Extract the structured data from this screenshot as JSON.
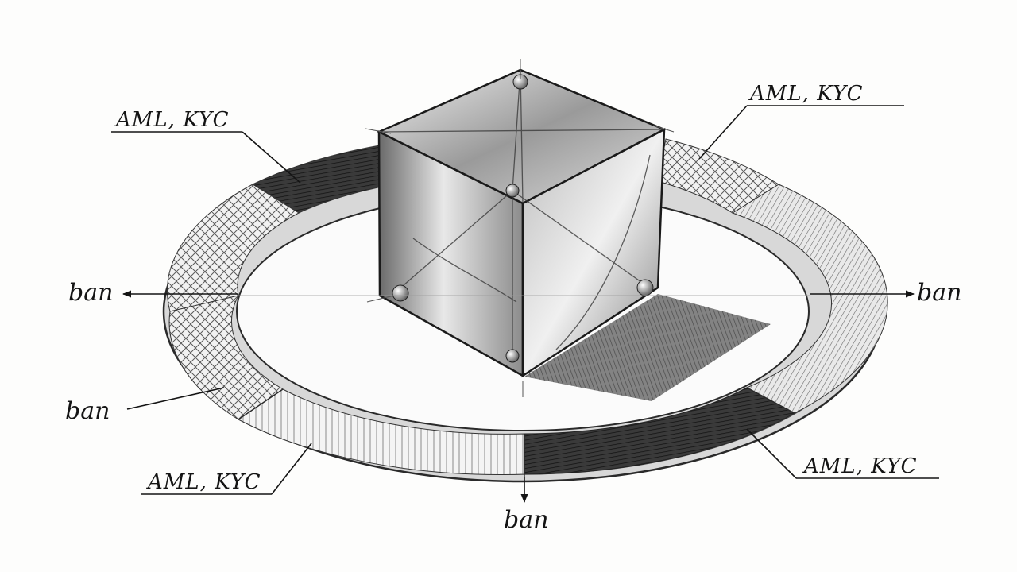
{
  "diagram": {
    "labels": {
      "aml_top_left": "AML, KYC",
      "aml_top_right": "AML, KYC",
      "aml_bottom_left": "AML, KYC",
      "aml_bottom_right": "AML, KYC",
      "ban_left": "ban",
      "ban_right": "ban",
      "ban_lower_left": "ban",
      "ban_bottom": "ban"
    },
    "palette": {
      "ink": "#141414",
      "graphite_dark": "#2b2b2b",
      "graphite_mid": "#7a7a7a",
      "graphite_light": "#c8c8c8",
      "paper": "#fdfdfc"
    }
  }
}
